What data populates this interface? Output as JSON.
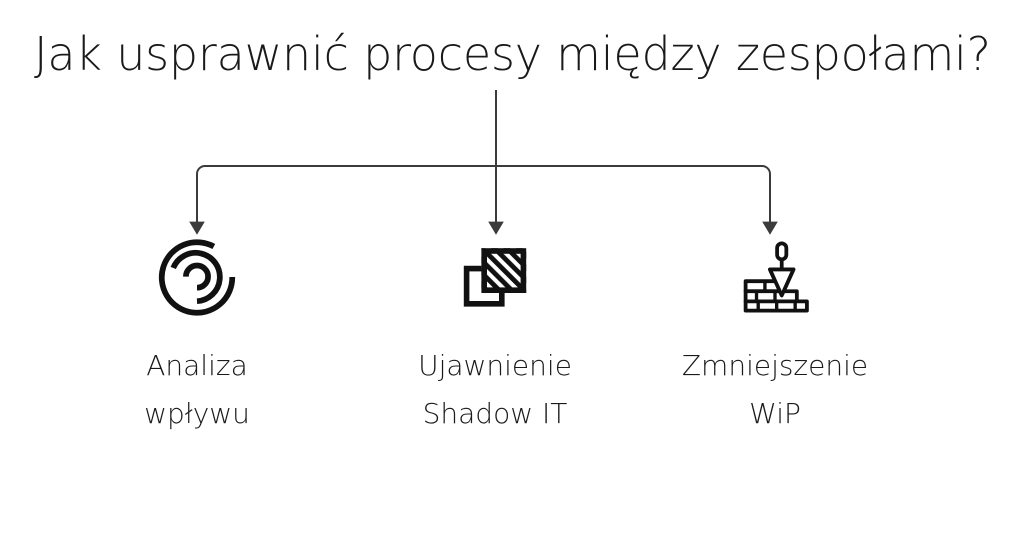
{
  "slide": {
    "title": "Jak usprawnić procesy między zespołami?",
    "background_color": "#ffffff",
    "text_color": "#1a1a1a",
    "connector_color": "#3b3b3b",
    "icon_color": "#111111",
    "type": "tree-diagram"
  },
  "diagram": {
    "root_label": "Jak usprawnić procesy między zespołami?",
    "branch_count": 3,
    "branches": [
      {
        "label": "Analiza\nwpływu",
        "label_line_1": "Analiza",
        "label_line_2": "wpływu",
        "icon": "concentric-ripple-icon"
      },
      {
        "label": "Ujawnienie\nShadow IT",
        "label_line_1": "Ujawnienie",
        "label_line_2": "Shadow IT",
        "icon": "overlapping-hatched-squares-icon"
      },
      {
        "label": "Zmniejszenie\nWiP",
        "label_line_1": "Zmniejszenie",
        "label_line_2": "WiP",
        "icon": "trowel-brick-wall-icon"
      }
    ]
  }
}
